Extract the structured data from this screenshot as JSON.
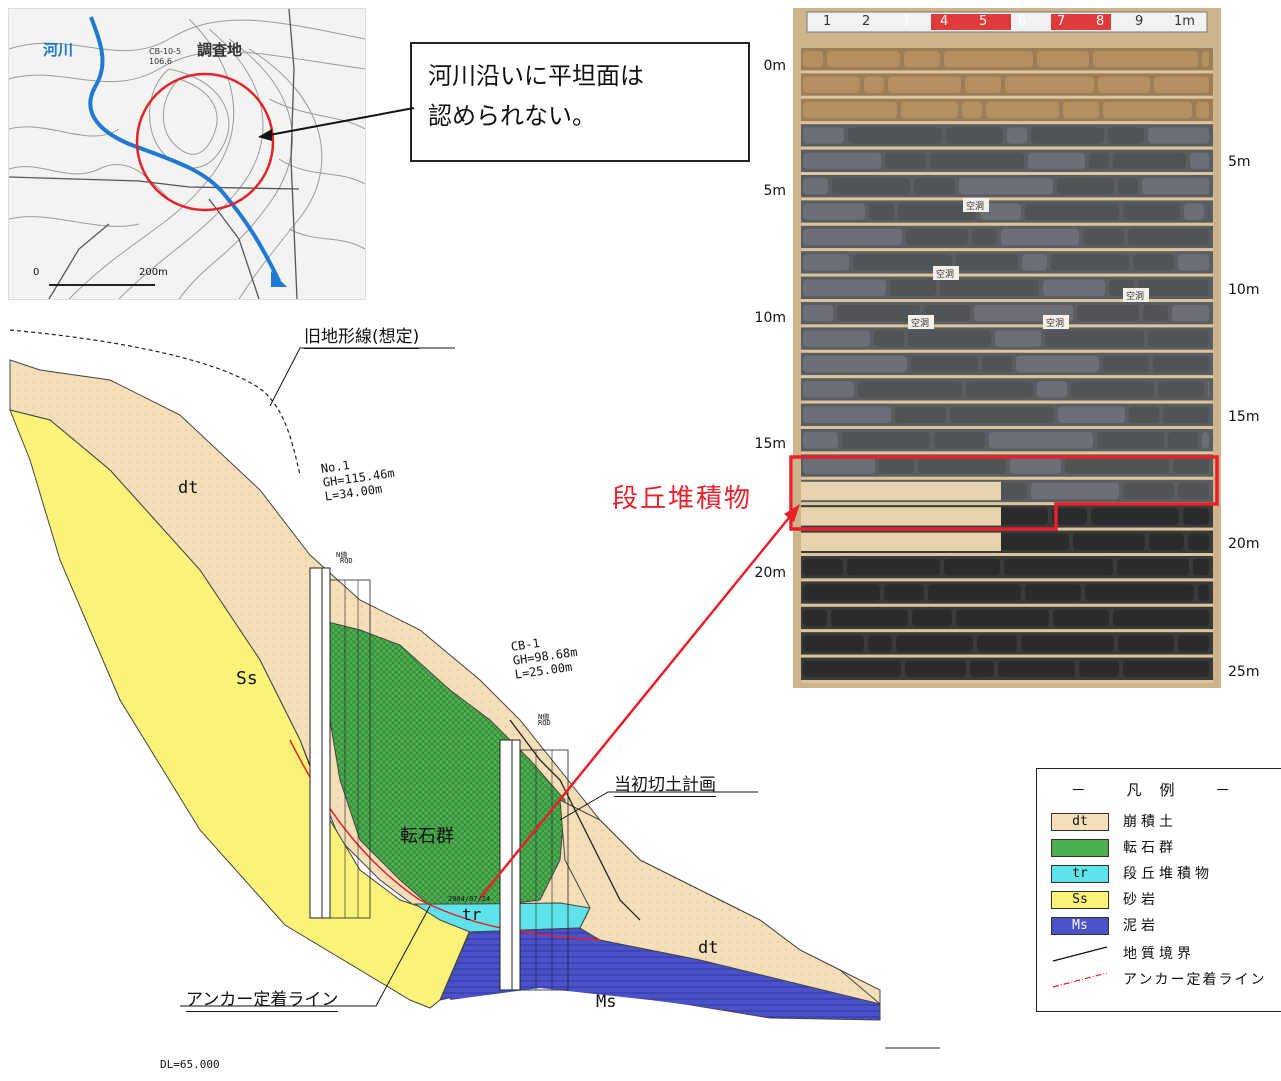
{
  "map": {
    "river_label": "河川",
    "site_label": "調査地",
    "scale_zero": "0",
    "scale_label": "200m",
    "point_label_1": "CB-10-5",
    "point_label_2": "106.6",
    "river_color": "#1f78d1",
    "circle_color": "#e8202a"
  },
  "callout": {
    "line1": "河川沿いに平坦面は",
    "line2": "認められない。"
  },
  "core": {
    "scale_digits": [
      "1",
      "2",
      "3",
      "4",
      "5",
      "6",
      "7",
      "8",
      "9",
      "1m"
    ],
    "left_depths": [
      "0m",
      "5m",
      "10m",
      "15m",
      "20m"
    ],
    "right_depths": [
      "5m",
      "10m",
      "15m",
      "20m",
      "25m"
    ],
    "tag_text": "空洞",
    "terrace_label": "段丘堆積物",
    "highlight_color": "#e8202a"
  },
  "section": {
    "old_terrain_label": "旧地形線(想定)",
    "boring1": {
      "name": "No.1",
      "gh": "GH=115.46m",
      "l": "L=34.00m"
    },
    "boring2": {
      "name": "CB-1",
      "gh": "GH=98.68m",
      "l": "L=25.00m"
    },
    "cut_plan_label": "当初切土計画",
    "anchor_label": "アンカー定着ライン",
    "dl_label": "DL=65.000",
    "units": {
      "dt_upper": "dt",
      "ss": "Ss",
      "boulder": "転石群",
      "tr": "tr",
      "dt_lower": "dt",
      "ms": "Ms"
    },
    "nb_label": "N値",
    "rqd_label": "RQD",
    "date_label": "2004/07/24"
  },
  "legend": {
    "title": "凡例",
    "items": [
      {
        "code": "dt",
        "label": "崩積土",
        "color": "#f5dfb8"
      },
      {
        "code": "",
        "label": "転石群",
        "color": "#4caf50"
      },
      {
        "code": "tr",
        "label": "段丘堆積物",
        "color": "#5fe3ea"
      },
      {
        "code": "Ss",
        "label": "砂岩",
        "color": "#fbf27a"
      },
      {
        "code": "Ms",
        "label": "泥岩",
        "color": "#4a52c8"
      }
    ],
    "line_items": [
      {
        "label": "地質境界",
        "color": "#111111"
      },
      {
        "label": "アンカー定着ライン",
        "color": "#e8202a"
      }
    ]
  }
}
